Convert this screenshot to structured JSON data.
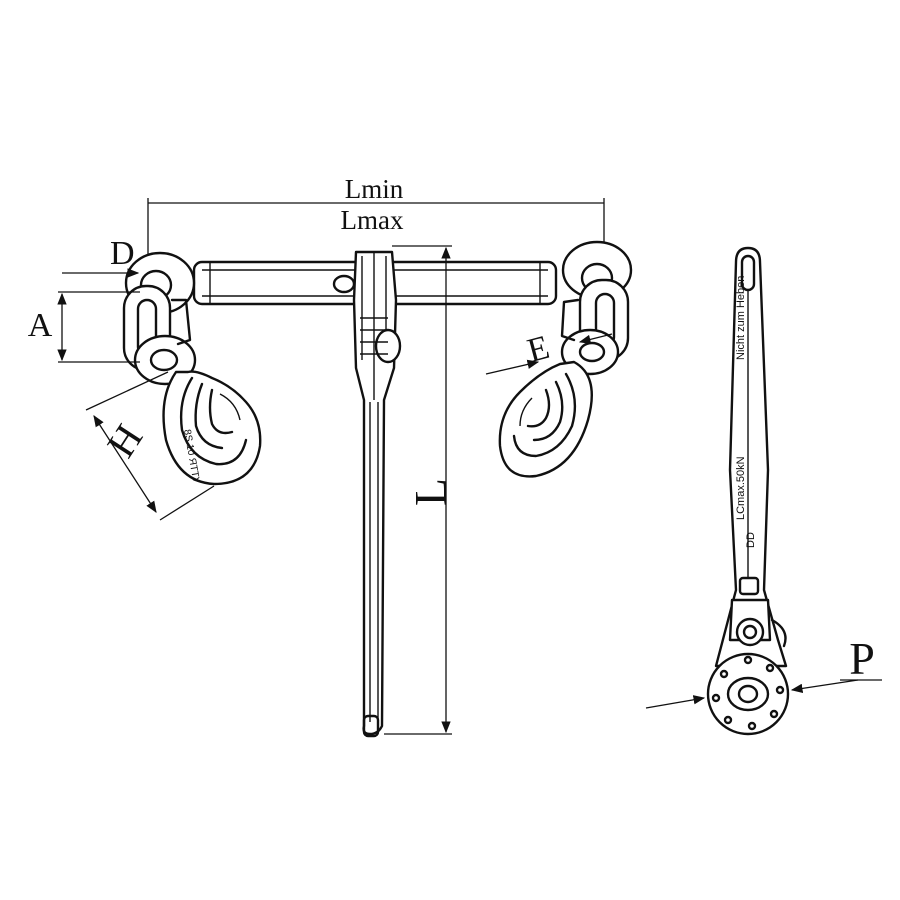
{
  "dimensions": {
    "lmin": "Lmin",
    "lmax": "Lmax",
    "d": "D",
    "a": "A",
    "e": "E",
    "h": "H",
    "l": "L",
    "p": "P"
  },
  "handle_marking": {
    "line1": "Nicht zum Heben",
    "line2": "LCmax.50kN",
    "maker": "DD"
  },
  "hook_marking": "8Ѕ 10 ЯТТУ"
}
